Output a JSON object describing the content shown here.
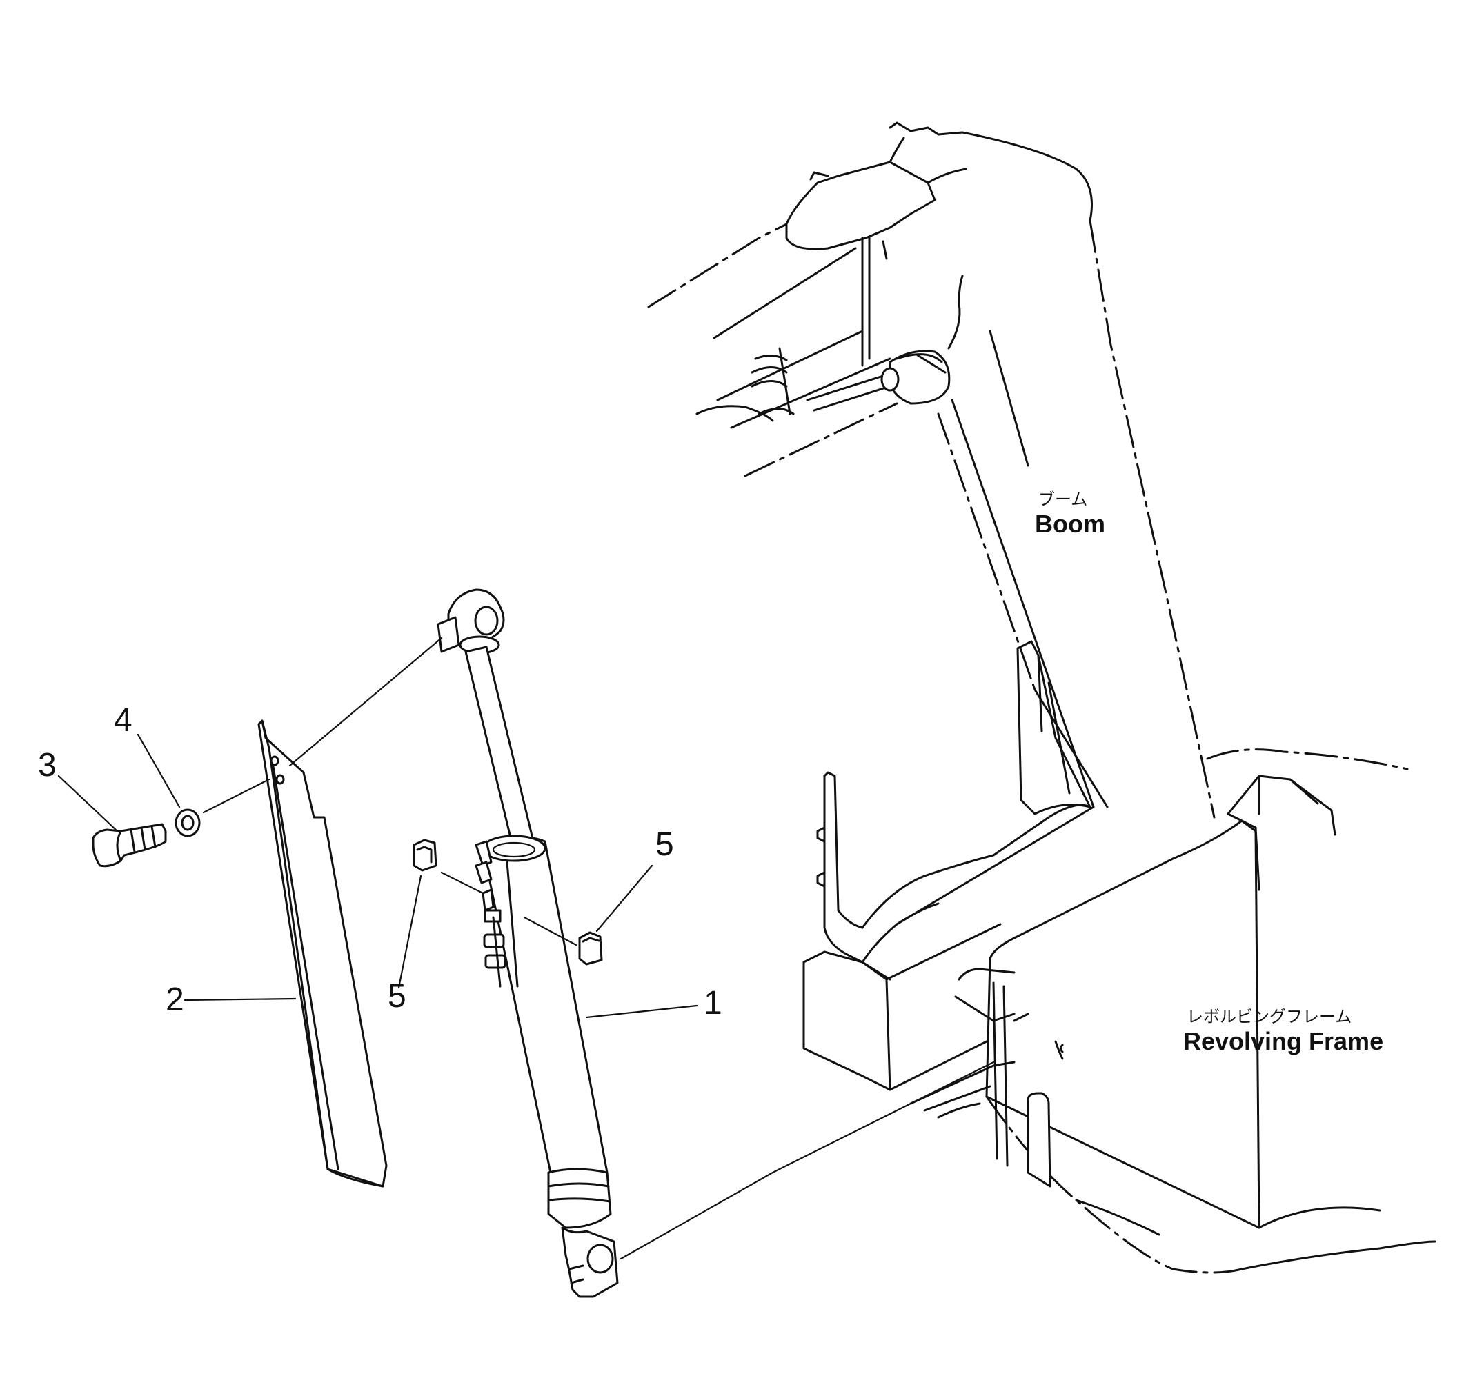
{
  "labels": {
    "boom_jp": "ブーム",
    "boom_en": "Boom",
    "frame_jp": "レボルビングフレーム",
    "frame_en": "Revolving Frame"
  },
  "callouts": {
    "c1": "1",
    "c2": "2",
    "c3": "3",
    "c4": "4",
    "c5a": "5",
    "c5b": "5"
  }
}
